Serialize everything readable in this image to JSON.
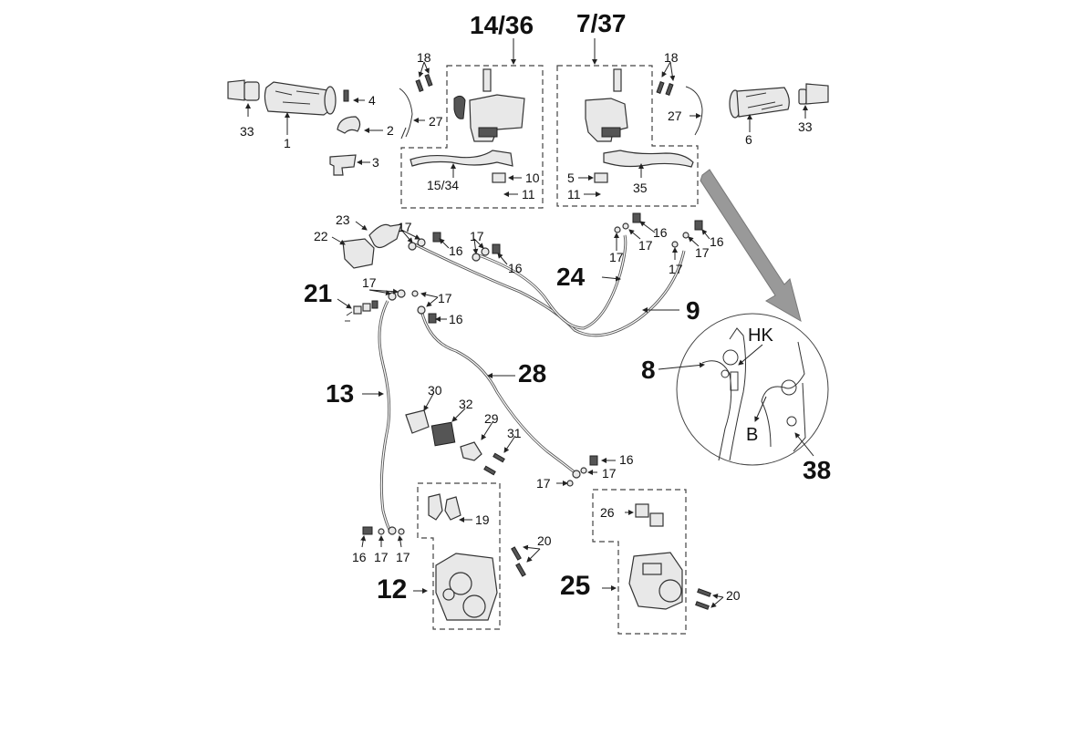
{
  "diagram": {
    "title": "Brake system exploded parts diagram",
    "callouts": {
      "grip_left_end": "33",
      "grip_left": "1",
      "screw_4": "4",
      "clamp_2": "2",
      "bracket_3": "3",
      "bolts_18_left": "18",
      "wire_27_left": "27",
      "master_left": "14/36",
      "lever_left": "15/34",
      "switch_10": "10",
      "screw_11_left": "11",
      "master_right": "7/37",
      "bolts_18_right": "18",
      "switch_5": "5",
      "screw_11_right": "11",
      "lever_right": "35",
      "wire_27_right": "27",
      "grip_right": "6",
      "grip_right_end": "33",
      "clamp_23": "23",
      "block_22": "22",
      "washer_17_a": "17",
      "bolt_16_a": "16",
      "washer_17_b": "17",
      "bolt_16_b": "16",
      "washer_17_c1": "17",
      "washer_17_c2": "17",
      "bolt_16_c": "16",
      "washer_17_d1": "17",
      "washer_17_d2": "17",
      "bolt_16_d": "16",
      "hose_24": "24",
      "hose_9": "9",
      "valve_21": "21",
      "washer_17_e": "17",
      "washer_17_f": "17",
      "bolt_16_f": "16",
      "hose_13": "13",
      "hose_28": "28",
      "bracket_30": "30",
      "block_32": "32",
      "bracket_29": "29",
      "screw_31": "31",
      "bolt_16_g": "16",
      "washer_17_g": "17",
      "washer_17_h": "17",
      "pads_19": "19",
      "bolt_16_h": "16",
      "washer_17_i": "17",
      "washer_17_j": "17",
      "bolts_20_left": "20",
      "caliper_12": "12",
      "pads_26": "26",
      "caliper_25": "25",
      "bolts_20_right": "20",
      "detail_8": "8",
      "detail_hk": "HK",
      "detail_b": "B",
      "detail_38": "38"
    }
  }
}
